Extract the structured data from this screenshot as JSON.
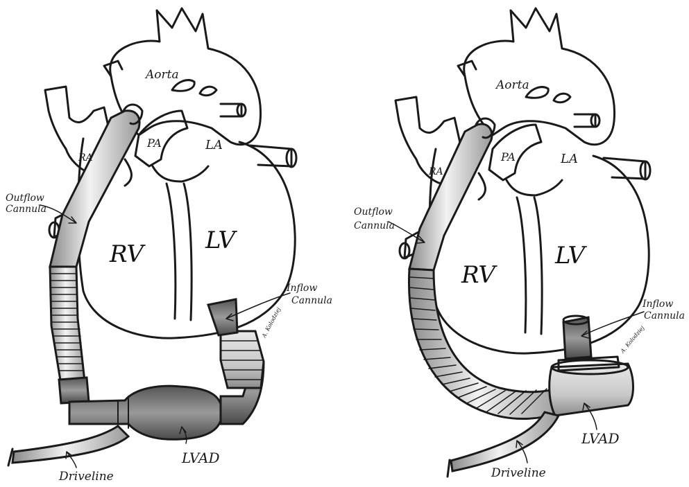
{
  "panels": [
    {
      "id": "left",
      "labels": {
        "aorta": "Aorta",
        "pa": "PA",
        "la": "LA",
        "ra": "RA",
        "rv": "RV",
        "lv": "LV",
        "outflow_line1": "Outflow",
        "outflow_line2": "Cannula",
        "inflow_line1": "Inflow",
        "inflow_line2": "Cannula",
        "lvad": "LVAD",
        "driveline": "Driveline",
        "signature": "A. Kolodziej"
      }
    },
    {
      "id": "right",
      "labels": {
        "aorta": "Aorta",
        "pa": "PA",
        "la": "LA",
        "ra": "RA",
        "rv": "RV",
        "lv": "LV",
        "outflow_line1": "Outflow",
        "outflow_line2": "Cannula",
        "inflow_line1": "Inflow",
        "inflow_line2": "Cannula",
        "lvad": "LVAD",
        "driveline": "Driveline",
        "signature": "A. Kolodziej"
      }
    }
  ],
  "colors": {
    "ink": "#1a1a1a",
    "tube_shade": "#9a9a9a",
    "pump_shade": "#6e6e6e"
  }
}
